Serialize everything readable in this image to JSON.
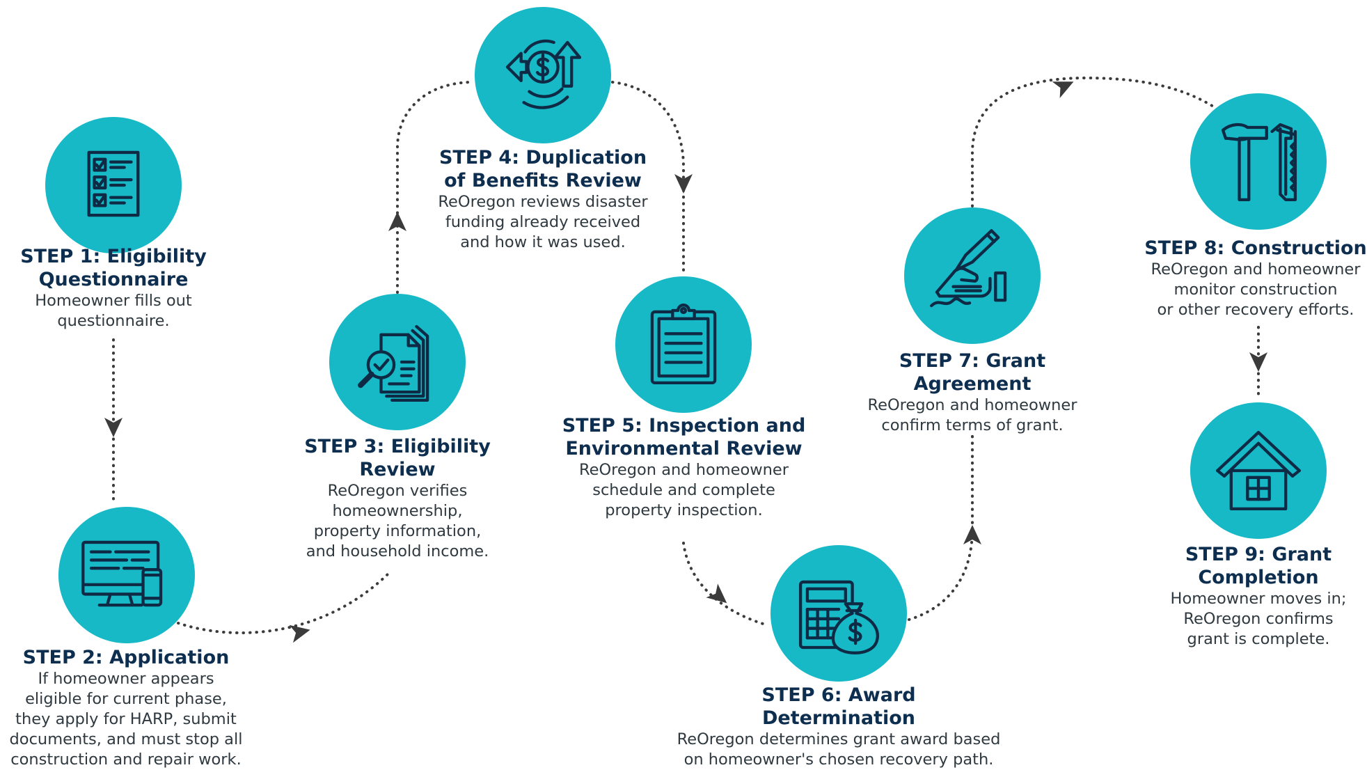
{
  "colors": {
    "circle": "#17b9c7",
    "icon_stroke": "#0f2a44",
    "title": "#0d2e4f",
    "text": "#2f3940",
    "connector": "#3b3b3b"
  },
  "steps": [
    {
      "icon": "checklist-icon",
      "title_lines": [
        "STEP 1: Eligibility",
        "Questionnaire"
      ],
      "desc_lines": [
        "Homeowner fills out",
        "questionnaire."
      ]
    },
    {
      "icon": "computer-and-phone-icon",
      "title_lines": [
        "STEP 2: Application"
      ],
      "desc_lines": [
        "If homeowner appears",
        "eligible for current phase,",
        "they apply for HARP, submit",
        "documents, and must stop all",
        "construction and repair work."
      ]
    },
    {
      "icon": "document-magnifier-icon",
      "title_lines": [
        "STEP 3: Eligibility",
        "Review"
      ],
      "desc_lines": [
        "ReOregon verifies",
        "homeownership,",
        "property information,",
        "and household income."
      ]
    },
    {
      "icon": "dollar-cycle-icon",
      "title_lines": [
        "STEP 4: Duplication",
        "of Benefits Review"
      ],
      "desc_lines": [
        "ReOregon reviews disaster",
        "funding already received",
        "and how it was used."
      ]
    },
    {
      "icon": "clipboard-icon",
      "title_lines": [
        "STEP 5: Inspection and",
        "Environmental Review"
      ],
      "desc_lines": [
        "ReOregon and homeowner",
        "schedule and complete",
        "property inspection."
      ]
    },
    {
      "icon": "calculator-money-bag-icon",
      "title_lines": [
        "STEP 6: Award",
        "Determination"
      ],
      "desc_lines": [
        "ReOregon determines grant award based",
        "on homeowner's chosen recovery path."
      ]
    },
    {
      "icon": "signing-hand-icon",
      "title_lines": [
        "STEP 7: Grant",
        "Agreement"
      ],
      "desc_lines": [
        "ReOregon and homeowner",
        "confirm terms of grant."
      ]
    },
    {
      "icon": "hammer-saw-icon",
      "title_lines": [
        "STEP 8: Construction"
      ],
      "desc_lines": [
        "ReOregon and homeowner",
        "monitor construction",
        "or other recovery efforts."
      ]
    },
    {
      "icon": "house-icon",
      "title_lines": [
        "STEP 9: Grant",
        "Completion"
      ],
      "desc_lines": [
        "Homeowner moves in;",
        "ReOregon confirms",
        "grant is complete."
      ]
    }
  ]
}
